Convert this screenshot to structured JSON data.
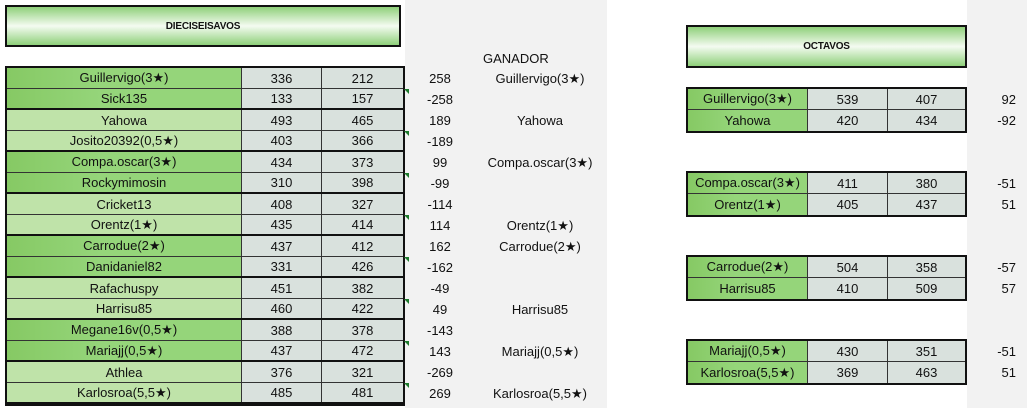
{
  "dieciseisavos": {
    "title": "DIECISEISAVOS",
    "winner_header": "GANADOR",
    "rows": [
      {
        "name": "Guillervigo(3★)",
        "s1": "336",
        "s2": "212",
        "diff": "258",
        "winner": "Guillervigo(3★)"
      },
      {
        "name": "Sick135",
        "s1": "133",
        "s2": "157",
        "diff": "-258",
        "winner": ""
      },
      {
        "name": "Yahowa",
        "s1": "493",
        "s2": "465",
        "diff": "189",
        "winner": "Yahowa"
      },
      {
        "name": "Josito20392(0,5★)",
        "s1": "403",
        "s2": "366",
        "diff": "-189",
        "winner": ""
      },
      {
        "name": "Compa.oscar(3★)",
        "s1": "434",
        "s2": "373",
        "diff": "99",
        "winner": "Compa.oscar(3★)"
      },
      {
        "name": "Rockymimosin",
        "s1": "310",
        "s2": "398",
        "diff": "-99",
        "winner": ""
      },
      {
        "name": "Cricket13",
        "s1": "408",
        "s2": "327",
        "diff": "-114",
        "winner": ""
      },
      {
        "name": "Orentz(1★)",
        "s1": "435",
        "s2": "414",
        "diff": "114",
        "winner": "Orentz(1★)"
      },
      {
        "name": "Carrodue(2★)",
        "s1": "437",
        "s2": "412",
        "diff": "162",
        "winner": "Carrodue(2★)"
      },
      {
        "name": "Danidaniel82",
        "s1": "331",
        "s2": "426",
        "diff": "-162",
        "winner": ""
      },
      {
        "name": "Rafachuspy",
        "s1": "451",
        "s2": "382",
        "diff": "-49",
        "winner": ""
      },
      {
        "name": "Harrisu85",
        "s1": "460",
        "s2": "422",
        "diff": "49",
        "winner": "Harrisu85"
      },
      {
        "name": "Megane16v(0,5★)",
        "s1": "388",
        "s2": "378",
        "diff": "-143",
        "winner": ""
      },
      {
        "name": "Mariajj(0,5★)",
        "s1": "437",
        "s2": "472",
        "diff": "143",
        "winner": "Mariajj(0,5★)"
      },
      {
        "name": "Athlea",
        "s1": "376",
        "s2": "321",
        "diff": "-269",
        "winner": ""
      },
      {
        "name": "Karlosroa(5,5★)",
        "s1": "485",
        "s2": "481",
        "diff": "269",
        "winner": "Karlosroa(5,5★)"
      }
    ]
  },
  "octavos": {
    "title": "OCTAVOS",
    "matches": [
      [
        {
          "name": "Guillervigo(3★)",
          "s1": "539",
          "s2": "407",
          "diff": "92"
        },
        {
          "name": "Yahowa",
          "s1": "420",
          "s2": "434",
          "diff": "-92"
        }
      ],
      [
        {
          "name": "Compa.oscar(3★)",
          "s1": "411",
          "s2": "380",
          "diff": "-51"
        },
        {
          "name": "Orentz(1★)",
          "s1": "405",
          "s2": "437",
          "diff": "51"
        }
      ],
      [
        {
          "name": "Carrodue(2★)",
          "s1": "504",
          "s2": "358",
          "diff": "-57"
        },
        {
          "name": "Harrisu85",
          "s1": "410",
          "s2": "509",
          "diff": "57"
        }
      ],
      [
        {
          "name": "Mariajj(0,5★)",
          "s1": "430",
          "s2": "351",
          "diff": "-51"
        },
        {
          "name": "Karlosroa(5,5★)",
          "s1": "369",
          "s2": "463",
          "diff": "51"
        }
      ]
    ]
  },
  "colors": {
    "dark_green": "#95d57a",
    "light_green": "#bfe3a9",
    "score_cell": "#d9e1dd"
  }
}
